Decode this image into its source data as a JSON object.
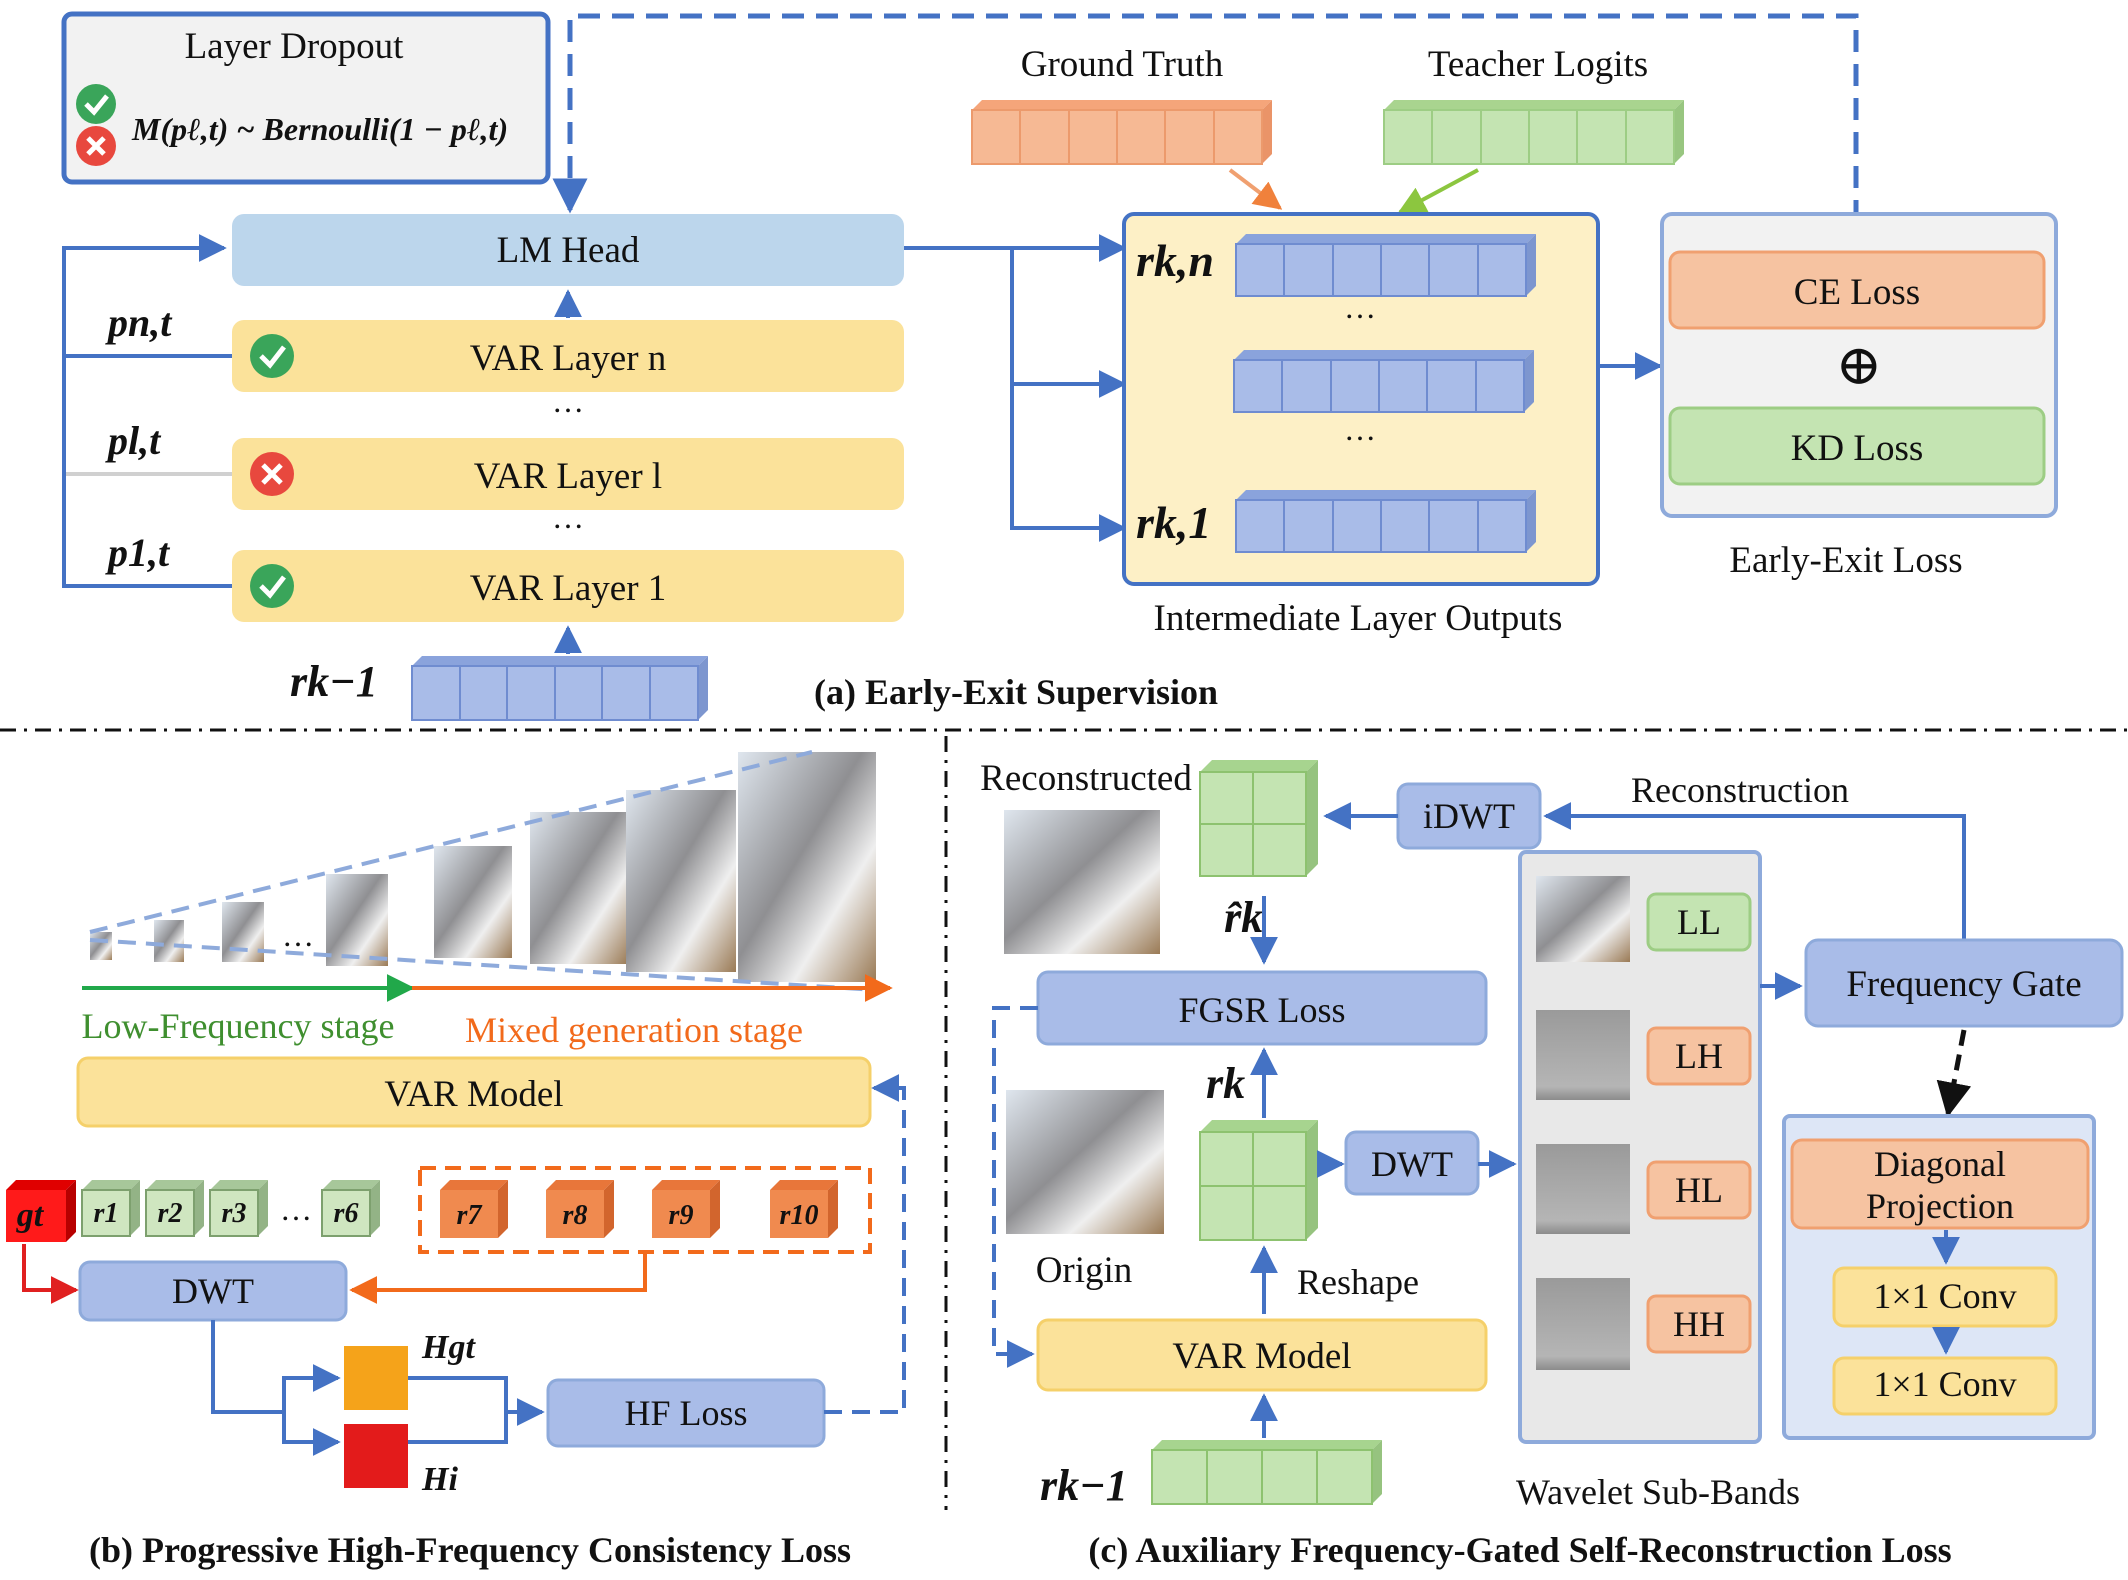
{
  "panel_a": {
    "caption": "(a) Early-Exit Supervision",
    "dropout": {
      "title": "Layer Dropout",
      "formula": "M(pℓ,t) ~ Bernoulli(1 − pℓ,t)"
    },
    "lm_head": "LM Head",
    "layers": [
      {
        "label": "VAR Layer n",
        "prob": "pn,t",
        "kept": true
      },
      {
        "label": "VAR Layer l",
        "prob": "pl,t",
        "kept": false
      },
      {
        "label": "VAR Layer 1",
        "prob": "p1,t",
        "kept": true
      }
    ],
    "ellipsis": "…",
    "input_label": "rk−1",
    "ground_truth": "Ground Truth",
    "teacher_logits": "Teacher Logits",
    "outputs": {
      "top": "rk,n",
      "bottom": "rk,1",
      "caption": "Intermediate Layer Outputs"
    },
    "loss": {
      "ce": "CE Loss",
      "kd": "KD Loss",
      "plus": "⊕",
      "caption": "Early-Exit Loss"
    }
  },
  "panel_b": {
    "caption": "(b) Progressive High-Frequency Consistency Loss",
    "low_stage": "Low-Frequency stage",
    "mixed_stage": "Mixed generation  stage",
    "var_model": "VAR Model",
    "gt": "gt",
    "low_tokens": [
      "r1",
      "r2",
      "r3",
      "r6"
    ],
    "high_tokens": [
      "r7",
      "r8",
      "r9",
      "r10"
    ],
    "ellipsis": "…",
    "dwt": "DWT",
    "h_gt": "Hgt",
    "h_i": "Hi",
    "hf_loss": "HF Loss"
  },
  "panel_c": {
    "caption": "(c) Auxiliary Frequency-Gated Self-Reconstruction Loss",
    "reconstructed": "Reconstructed",
    "origin": "Origin",
    "r_hat": "r̂k",
    "r_k": "rk",
    "r_k1": "rk−1",
    "idwt": "iDWT",
    "reconstruction": "Reconstruction",
    "fgsr_loss": "FGSR Loss",
    "dwt": "DWT",
    "reshape": "Reshape",
    "var_model": "VAR Model",
    "bands": [
      "LL",
      "LH",
      "HL",
      "HH"
    ],
    "bands_caption": "Wavelet Sub-Bands",
    "frequency_gate": "Frequency Gate",
    "diag_line1": "Diagonal",
    "diag_line2": "Projection",
    "conv1": "1×1 Conv",
    "conv2": "1×1 Conv"
  },
  "colors": {
    "blue_arrow": "#4472c4",
    "token_blue": "#a9bce8",
    "token_green": "#b6dca0",
    "token_orange": "#f6b994",
    "box_yellow": "#fbe29a",
    "box_blue": "#bcd6ec",
    "box_orange": "#f6c3a1",
    "box_green": "#c4e4b2",
    "accent_red": "#e8483e",
    "accent_green": "#3aa55a"
  }
}
